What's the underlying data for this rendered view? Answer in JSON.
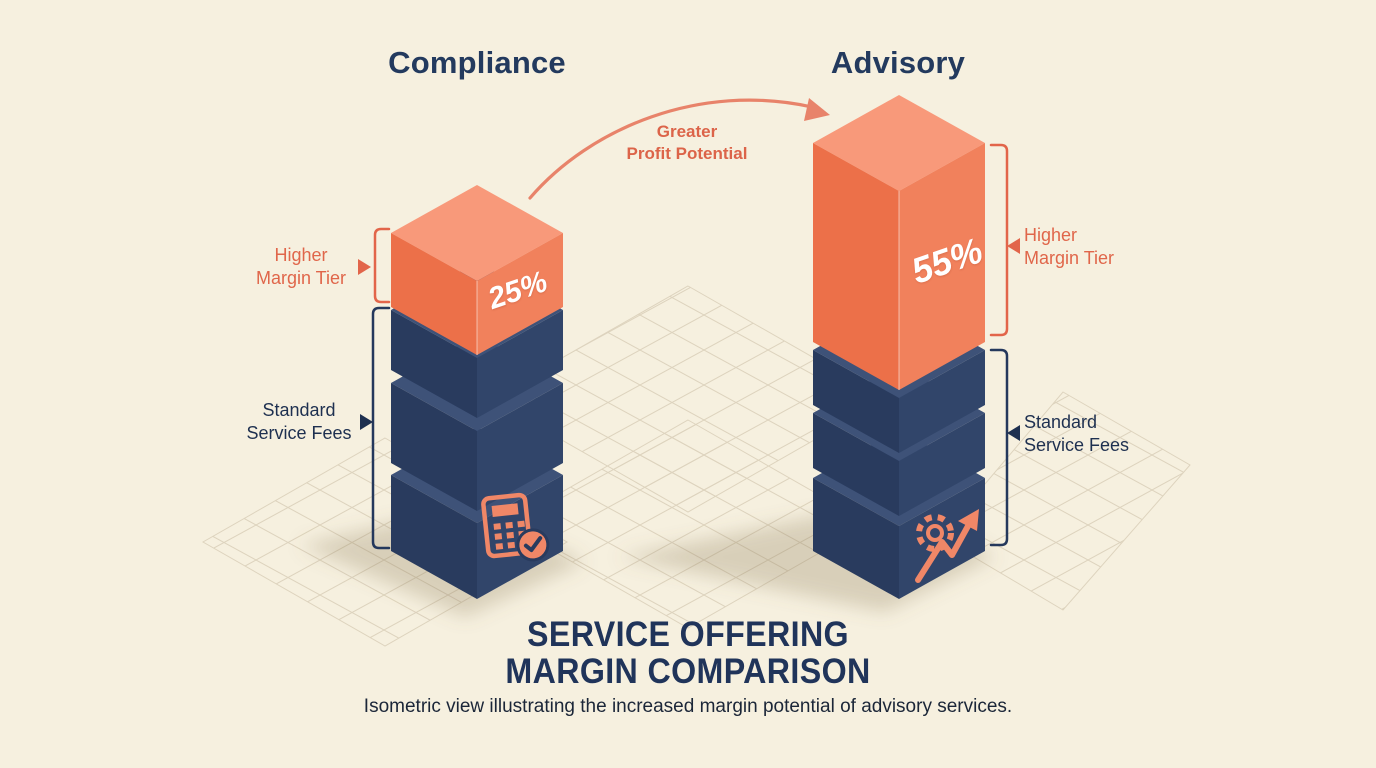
{
  "title": {
    "line1": "SERVICE OFFERING",
    "line2": "MARGIN COMPARISON",
    "subtitle": "Isometric view illustrating the increased margin potential of advisory services."
  },
  "annotations": {
    "profit_arrow_label": "Greater\nProfit Potential"
  },
  "columns": [
    {
      "name": "Compliance",
      "margin_value": "25%",
      "higher_margin_label": "Higher\nMargin Tier",
      "standard_fees_label": "Standard\nService Fees",
      "standard_block_count": 3,
      "icon": "calculator-check-icon"
    },
    {
      "name": "Advisory",
      "margin_value": "55%",
      "higher_margin_label": "Higher\nMargin Tier",
      "standard_fees_label": "Standard\nService Fees",
      "standard_block_count": 3,
      "icon": "gear-growth-arrow-icon"
    }
  ],
  "colors": {
    "background": "#f6f0df",
    "orange_accent": "#ee7048",
    "orange_light": "#f8997a",
    "navy_block": "#293b5e",
    "navy_text": "#233a5e",
    "label_orange": "#e0664a",
    "arrow_salmon": "#e8836a",
    "grid_line": "#d8cdb6",
    "percent_text": "#ffffff"
  },
  "chart_data": {
    "type": "bar",
    "categories": [
      "Compliance",
      "Advisory"
    ],
    "series": [
      {
        "name": "Higher Margin Tier",
        "values": [
          25,
          55
        ],
        "unit": "%"
      },
      {
        "name": "Standard Service Fees",
        "values": [
          3,
          3
        ],
        "unit": "blocks"
      }
    ],
    "title": "SERVICE OFFERING MARGIN COMPARISON",
    "subtitle": "Isometric view illustrating the increased margin potential of advisory services.",
    "annotation": "Greater Profit Potential",
    "legend_position": "none",
    "grid": "isometric-floor"
  }
}
